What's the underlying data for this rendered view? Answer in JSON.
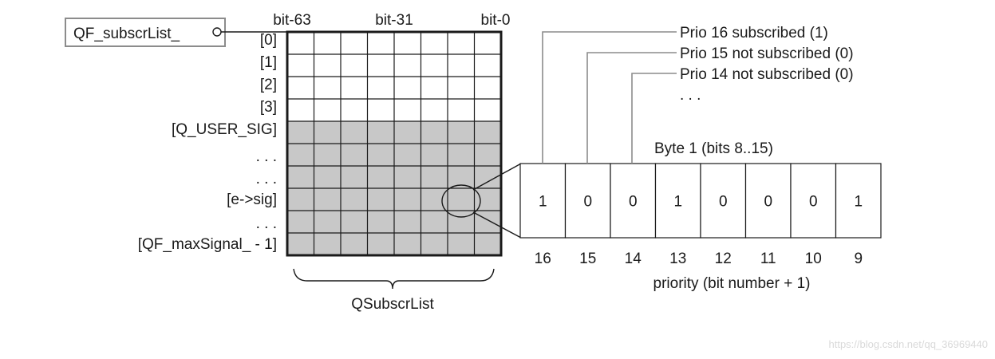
{
  "pointer_box": {
    "label": "QF_subscrList_"
  },
  "bit_headers": [
    "bit-63",
    "bit-31",
    "bit-0"
  ],
  "row_labels": [
    "[0]",
    "[1]",
    "[2]",
    "[3]",
    "[Q_USER_SIG]",
    ". . .",
    ". . .",
    "[e->sig]",
    ". . .",
    "[QF_maxSignal_ - 1]"
  ],
  "grid": {
    "columns": 8,
    "rows": 10,
    "white_rows": 4,
    "shade_color": "#c8c8c8"
  },
  "grid_caption": "QSubscrList",
  "byte": {
    "title": "Byte 1 (bits 8..15)",
    "bits": [
      "1",
      "0",
      "0",
      "1",
      "0",
      "0",
      "0",
      "1"
    ],
    "priorities": [
      "16",
      "15",
      "14",
      "13",
      "12",
      "11",
      "10",
      "9"
    ],
    "axis_caption": "priority (bit number + 1)"
  },
  "callouts": [
    "Prio 16 subscribed (1)",
    "Prio 15 not subscribed (0)",
    "Prio 14 not subscribed (0)",
    ". . ."
  ],
  "watermark": "https://blog.csdn.net/qq_36969440"
}
